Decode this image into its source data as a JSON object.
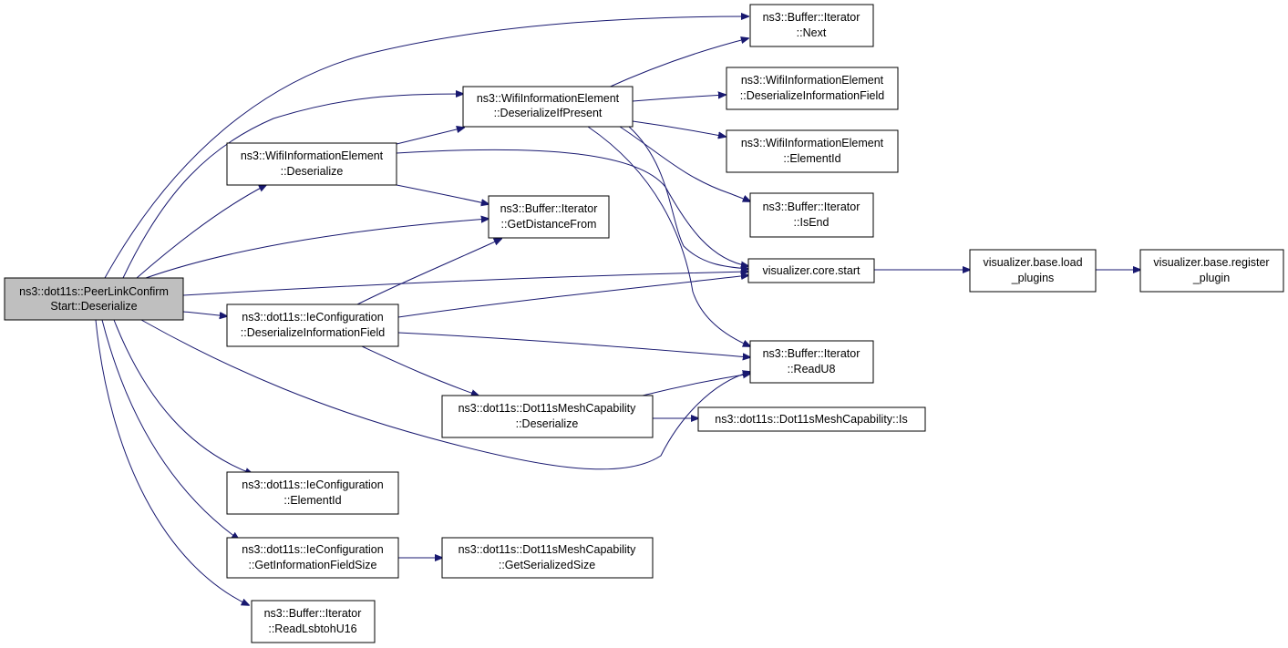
{
  "graph": {
    "root": {
      "line1": "ns3::dot11s::PeerLinkConfirm",
      "line2": "Start::Deserialize"
    },
    "nodes": {
      "wie_deserialize": {
        "line1": "ns3::WifiInformationElement",
        "line2": "::Deserialize"
      },
      "wie_deserialize_if_present": {
        "line1": "ns3::WifiInformationElement",
        "line2": "::DeserializeIfPresent"
      },
      "iter_next": {
        "line1": "ns3::Buffer::Iterator",
        "line2": "::Next"
      },
      "wie_deserialize_info_field": {
        "line1": "ns3::WifiInformationElement",
        "line2": "::DeserializeInformationField"
      },
      "wie_element_id": {
        "line1": "ns3::WifiInformationElement",
        "line2": "::ElementId"
      },
      "iter_is_end": {
        "line1": "ns3::Buffer::Iterator",
        "line2": "::IsEnd"
      },
      "iter_get_distance_from": {
        "line1": "ns3::Buffer::Iterator",
        "line2": "::GetDistanceFrom"
      },
      "visualizer_core_start": {
        "line1": "visualizer.core.start",
        "line2": ""
      },
      "visualizer_load_plugins": {
        "line1": "visualizer.base.load",
        "line2": "_plugins"
      },
      "visualizer_register_plugin": {
        "line1": "visualizer.base.register",
        "line2": "_plugin"
      },
      "iecfg_deserialize_info_field": {
        "line1": "ns3::dot11s::IeConfiguration",
        "line2": "::DeserializeInformationField"
      },
      "iter_read_u8": {
        "line1": "ns3::Buffer::Iterator",
        "line2": "::ReadU8"
      },
      "meshcap_deserialize": {
        "line1": "ns3::dot11s::Dot11sMeshCapability",
        "line2": "::Deserialize"
      },
      "meshcap_is": {
        "line1": "ns3::dot11s::Dot11sMeshCapability::Is",
        "line2": ""
      },
      "iecfg_element_id": {
        "line1": "ns3::dot11s::IeConfiguration",
        "line2": "::ElementId"
      },
      "iecfg_get_info_field_size": {
        "line1": "ns3::dot11s::IeConfiguration",
        "line2": "::GetInformationFieldSize"
      },
      "meshcap_get_serialized_size": {
        "line1": "ns3::dot11s::Dot11sMeshCapability",
        "line2": "::GetSerializedSize"
      },
      "iter_read_lsbtoh_u16": {
        "line1": "ns3::Buffer::Iterator",
        "line2": "::ReadLsbtohU16"
      }
    },
    "edges": [
      [
        "root",
        "iter_next"
      ],
      [
        "root",
        "wie_deserialize_if_present"
      ],
      [
        "root",
        "wie_deserialize"
      ],
      [
        "root",
        "iter_get_distance_from"
      ],
      [
        "root",
        "visualizer_core_start"
      ],
      [
        "root",
        "iecfg_deserialize_info_field"
      ],
      [
        "root",
        "iter_read_u8"
      ],
      [
        "root",
        "iecfg_element_id"
      ],
      [
        "root",
        "iecfg_get_info_field_size"
      ],
      [
        "root",
        "iter_read_lsbtoh_u16"
      ],
      [
        "wie_deserialize",
        "wie_deserialize_if_present"
      ],
      [
        "wie_deserialize",
        "iter_get_distance_from"
      ],
      [
        "wie_deserialize",
        "visualizer_core_start"
      ],
      [
        "wie_deserialize_if_present",
        "iter_next"
      ],
      [
        "wie_deserialize_if_present",
        "wie_deserialize_info_field"
      ],
      [
        "wie_deserialize_if_present",
        "wie_element_id"
      ],
      [
        "wie_deserialize_if_present",
        "iter_is_end"
      ],
      [
        "wie_deserialize_if_present",
        "visualizer_core_start"
      ],
      [
        "wie_deserialize_if_present",
        "iter_read_u8"
      ],
      [
        "visualizer_core_start",
        "visualizer_load_plugins"
      ],
      [
        "visualizer_load_plugins",
        "visualizer_register_plugin"
      ],
      [
        "iecfg_deserialize_info_field",
        "iter_get_distance_from"
      ],
      [
        "iecfg_deserialize_info_field",
        "visualizer_core_start"
      ],
      [
        "iecfg_deserialize_info_field",
        "iter_read_u8"
      ],
      [
        "iecfg_deserialize_info_field",
        "meshcap_deserialize"
      ],
      [
        "meshcap_deserialize",
        "iter_read_u8"
      ],
      [
        "meshcap_deserialize",
        "meshcap_is"
      ],
      [
        "iecfg_get_info_field_size",
        "meshcap_get_serialized_size"
      ]
    ],
    "colors": {
      "edge": "#191970",
      "root_fill": "#bfbfbf",
      "node_fill": "#ffffff",
      "border": "#000000"
    }
  }
}
